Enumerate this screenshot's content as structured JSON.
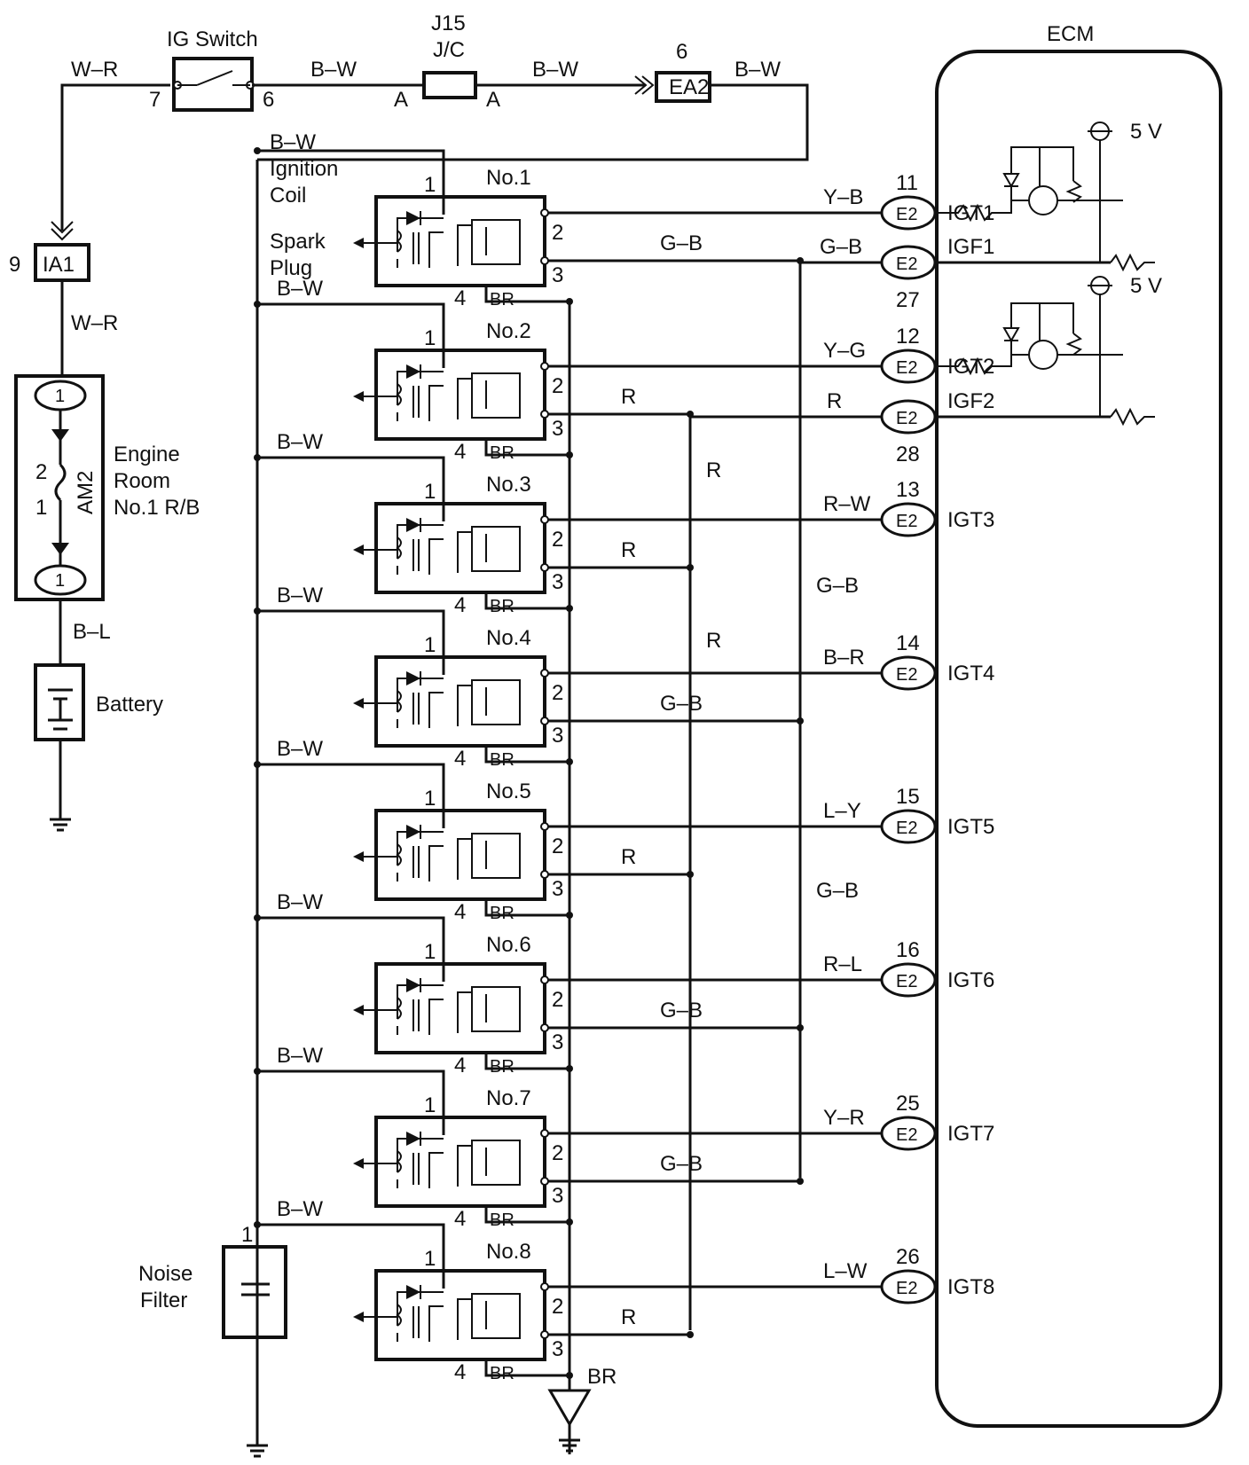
{
  "power": {
    "ig_switch": "IG Switch",
    "wire_w_r": "W–R",
    "wire_b_w": "B–W",
    "wire_b_l": "B–L",
    "pin_7": "7",
    "pin_6": "6",
    "jc_title": "J15",
    "jc_sub": "J/C",
    "jc_a": "A",
    "ea2_num": "6",
    "ea2": "EA2",
    "ia1_num": "9",
    "ia1": "IA1",
    "relay_box": [
      "Engine",
      "Room",
      "No.1 R/B"
    ],
    "fuse": "AM2",
    "fuse_pin_2": "2",
    "fuse_pin_1": "1",
    "conn_1": "1",
    "battery": "Battery",
    "noise_filter": [
      "Noise",
      "Filter"
    ],
    "nf_pin": "1"
  },
  "coil_labels": {
    "ignition_coil": [
      "Ignition",
      "Coil"
    ],
    "spark_plug": [
      "Spark",
      "Plug"
    ],
    "pin_1": "1",
    "pin_2": "2",
    "pin_3": "3",
    "pin_4": "4",
    "br": "BR",
    "ground_br": "BR"
  },
  "coils": [
    {
      "name": "No.1",
      "igt_wire": "Y–B",
      "igt_pin": "11",
      "igt_label": "IGT1",
      "igf_wire": "G–B"
    },
    {
      "name": "No.2",
      "igt_wire": "Y–G",
      "igt_pin": "12",
      "igt_label": "IGT2",
      "igf_wire": "R"
    },
    {
      "name": "No.3",
      "igt_wire": "R–W",
      "igt_pin": "13",
      "igt_label": "IGT3",
      "igf_wire": "R"
    },
    {
      "name": "No.4",
      "igt_wire": "B–R",
      "igt_pin": "14",
      "igt_label": "IGT4",
      "igf_wire": "G–B"
    },
    {
      "name": "No.5",
      "igt_wire": "L–Y",
      "igt_pin": "15",
      "igt_label": "IGT5",
      "igf_wire": "R"
    },
    {
      "name": "No.6",
      "igt_wire": "R–L",
      "igt_pin": "16",
      "igt_label": "IGT6",
      "igf_wire": "G–B"
    },
    {
      "name": "No.7",
      "igt_wire": "Y–R",
      "igt_pin": "25",
      "igt_label": "IGT7",
      "igf_wire": "G–B"
    },
    {
      "name": "No.8",
      "igt_wire": "L–W",
      "igt_pin": "26",
      "igt_label": "IGT8",
      "igf_wire": "R"
    }
  ],
  "ecm": {
    "title": "ECM",
    "connector": "E2",
    "v5": "5 V",
    "igf1": "IGF1",
    "igf1_pin": "27",
    "igf1_wire": "G–B",
    "igf2": "IGF2",
    "igf2_pin": "28",
    "igf2_wire": "R",
    "bus_r": "R",
    "bus_gb": "G–B"
  }
}
